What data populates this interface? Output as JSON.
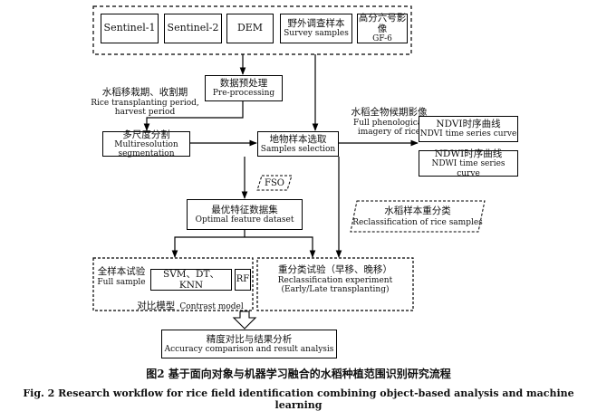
{
  "nodes": {
    "sentinel1": {
      "text": "Sentinel-1"
    },
    "sentinel2": {
      "text": "Sentinel-2"
    },
    "dem": {
      "text": "DEM"
    },
    "survey": {
      "zh": "野外调查样本",
      "en": "Survey samples"
    },
    "gf6": {
      "zh": "高分六号影像",
      "en": "GF-6"
    },
    "preprocess": {
      "zh": "数据预处理",
      "en": "Pre-processing"
    },
    "multiseg": {
      "zh": "多尺度分割",
      "en": "Multiresolution segmentation"
    },
    "sampsel": {
      "zh": "地物样本选取",
      "en": "Samples selection"
    },
    "ndvi": {
      "zh": "NDVI时序曲线",
      "en": "NDVI time series curve"
    },
    "ndwi": {
      "zh": "NDWI时序曲线",
      "en": "NDWI time series curve"
    },
    "fso": {
      "text": "FSO"
    },
    "optfeat": {
      "zh": "最优特征数据集",
      "en": "Optimal feature dataset"
    },
    "reclassrice": {
      "zh": "水稻样本重分类",
      "en": "Reclassification of rice samples"
    },
    "fullsample": {
      "zh": "全样本试验",
      "en": "Full sample"
    },
    "models": {
      "text": "SVM、DT、KNN"
    },
    "rf": {
      "text": "RF"
    },
    "contrast": {
      "zh": "对比模型",
      "en": "Contrast model"
    },
    "reclassexp": {
      "zh": "重分类试验（早移、晚移）",
      "en1": "Reclassification experiment",
      "en2": "(Early/Late transplanting)"
    },
    "accuracy": {
      "zh": "精度对比与结果分析",
      "en": "Accuracy comparison and result analysis"
    }
  },
  "labels": {
    "rice_period": {
      "zh": "水稻移栽期、收割期",
      "en1": "Rice transplanting period,",
      "en2": "harvest period"
    },
    "phenology": {
      "zh": "水稻全物候期影像",
      "en1": "Full phenological",
      "en2": "imagery of rice"
    }
  },
  "caption": {
    "zh": "图2   基于面向对象与机器学习融合的水稻种植范围识别研究流程",
    "en": "Fig. 2    Research workflow for rice field identification combining object-based analysis and machine learning"
  }
}
